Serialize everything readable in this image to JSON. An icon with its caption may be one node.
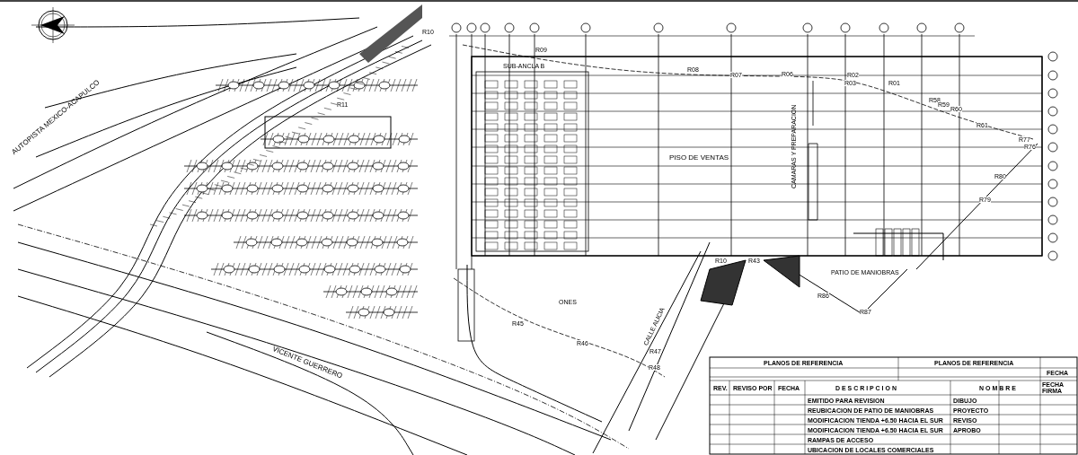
{
  "diagram": {
    "labels": [
      "AUTOPISTA MEXICO-ACAPULCO",
      "VICENTE GUERRERO",
      "SUB-ANCLA B",
      "PISO DE VENTAS",
      "CAMARAS Y PREPARACION",
      "ONES",
      "CALLE ALICIA",
      "PATIO DE MANIOBRAS",
      "R10",
      "R11",
      "R09",
      "R08",
      "R07",
      "R06",
      "R02",
      "R03",
      "R01",
      "R58",
      "R59",
      "R60",
      "R61",
      "R77",
      "R76",
      "R80",
      "R79",
      "R45",
      "R46",
      "R47",
      "R48",
      "R10",
      "R43",
      "R86",
      "R87",
      "PLANOS DE REFERENCIA",
      "PLANOS DE REFERENCIA",
      "FECHA",
      "REV.",
      "REVISO POR",
      "FECHA",
      "D E S C R I P C I O N",
      "N O M B R E",
      "FECHA FIRMA",
      "EMITIDO PARA REVISION",
      "DIBUJO",
      "REUBICACION DE PATIO DE MANIOBRAS",
      "PROYECTO",
      "MODIFICACION TIENDA +6.50 HACIA EL SUR",
      "REVISO",
      "MODIFICACION TIENDA +6.50 HACIA EL SUR",
      "RAMPAS DE ACCESO",
      "APROBO",
      "UBICACION DE LOCALES COMERCIALES"
    ]
  }
}
